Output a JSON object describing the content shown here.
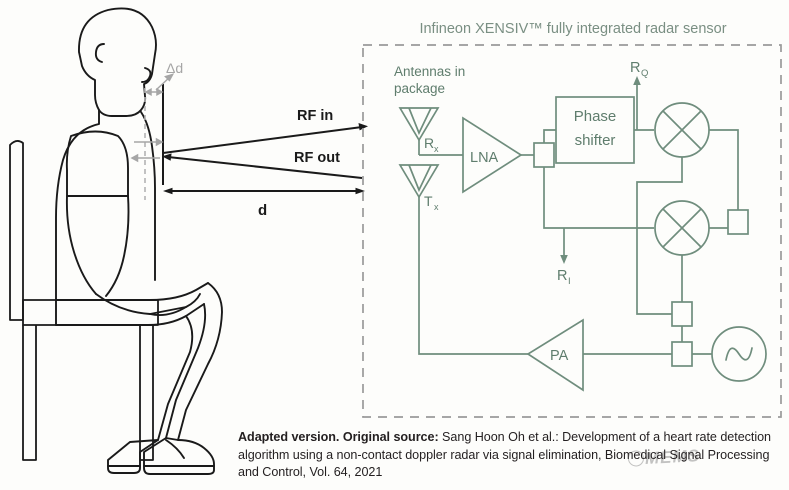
{
  "figure": {
    "type": "diagram",
    "subject": "Doppler radar vital-sign sensing of a seated person",
    "background_color": "#fdfdfb"
  },
  "panel": {
    "title": "Infineon XENSIV™ fully integrated radar sensor",
    "title_color": "#7a8f83",
    "border_style": "dashed",
    "border_color": "#9a9a9a"
  },
  "scene": {
    "subject_label": "seated-person",
    "chair_label": "chair",
    "outline_color": "#1a1a1a",
    "signals": [
      {
        "id": "rf_in",
        "label": "RF in",
        "direction": "person-to-sensor"
      },
      {
        "id": "rf_out",
        "label": "RF out",
        "direction": "sensor-to-person"
      }
    ],
    "measures": [
      {
        "id": "delta_d",
        "label": "Δd",
        "color": "#a6a6a6",
        "meaning": "chest displacement"
      },
      {
        "id": "d",
        "label": "d",
        "color": "#1a1a1a",
        "meaning": "distance to sensor"
      }
    ]
  },
  "circuit": {
    "stroke_color": "#6f8d7d",
    "label_color": "#5f7d6d",
    "antennas_caption": "Antennas in package",
    "blocks": [
      {
        "id": "rx_antenna",
        "name": "antenna-rx",
        "label": "R",
        "sub": "x",
        "shape": "antenna"
      },
      {
        "id": "tx_antenna",
        "name": "antenna-tx",
        "label": "T",
        "sub": "x",
        "shape": "antenna"
      },
      {
        "id": "lna",
        "name": "lna-amplifier",
        "label": "LNA",
        "shape": "triangle"
      },
      {
        "id": "phase_shifter",
        "name": "phase-shifter",
        "label": "Phase shifter",
        "line1": "Phase",
        "line2": "shifter",
        "shape": "rect"
      },
      {
        "id": "mixer_q",
        "name": "mixer-q",
        "label": "",
        "shape": "mixer"
      },
      {
        "id": "mixer_i",
        "name": "mixer-i",
        "label": "",
        "shape": "mixer"
      },
      {
        "id": "pa",
        "name": "pa-amplifier",
        "label": "PA",
        "shape": "triangle"
      },
      {
        "id": "oscillator",
        "name": "local-oscillator",
        "label": "∿",
        "shape": "circle-sine"
      }
    ],
    "outputs": [
      {
        "id": "rq",
        "label": "R",
        "sub": "Q",
        "name": "output-rq"
      },
      {
        "id": "ri",
        "label": "R",
        "sub": "I",
        "name": "output-ri"
      }
    ],
    "splitters": [
      {
        "id": "splitter_lna",
        "name": "splitter-lna"
      },
      {
        "id": "splitter_lo_1",
        "name": "splitter-lo-upper"
      },
      {
        "id": "splitter_lo_2",
        "name": "splitter-lo-lower"
      },
      {
        "id": "splitter_right",
        "name": "splitter-right"
      }
    ]
  },
  "caption": {
    "bold_lead": "Adapted version. Original source:",
    "rest": " Sang Hoon Oh et al.: Development of a heart rate detection algorithm using a non-contact doppler radar via signal elimination, Biomedical Signal Processing and Control, Vol. 64, 2021"
  },
  "watermark": {
    "text": "MEMS"
  }
}
